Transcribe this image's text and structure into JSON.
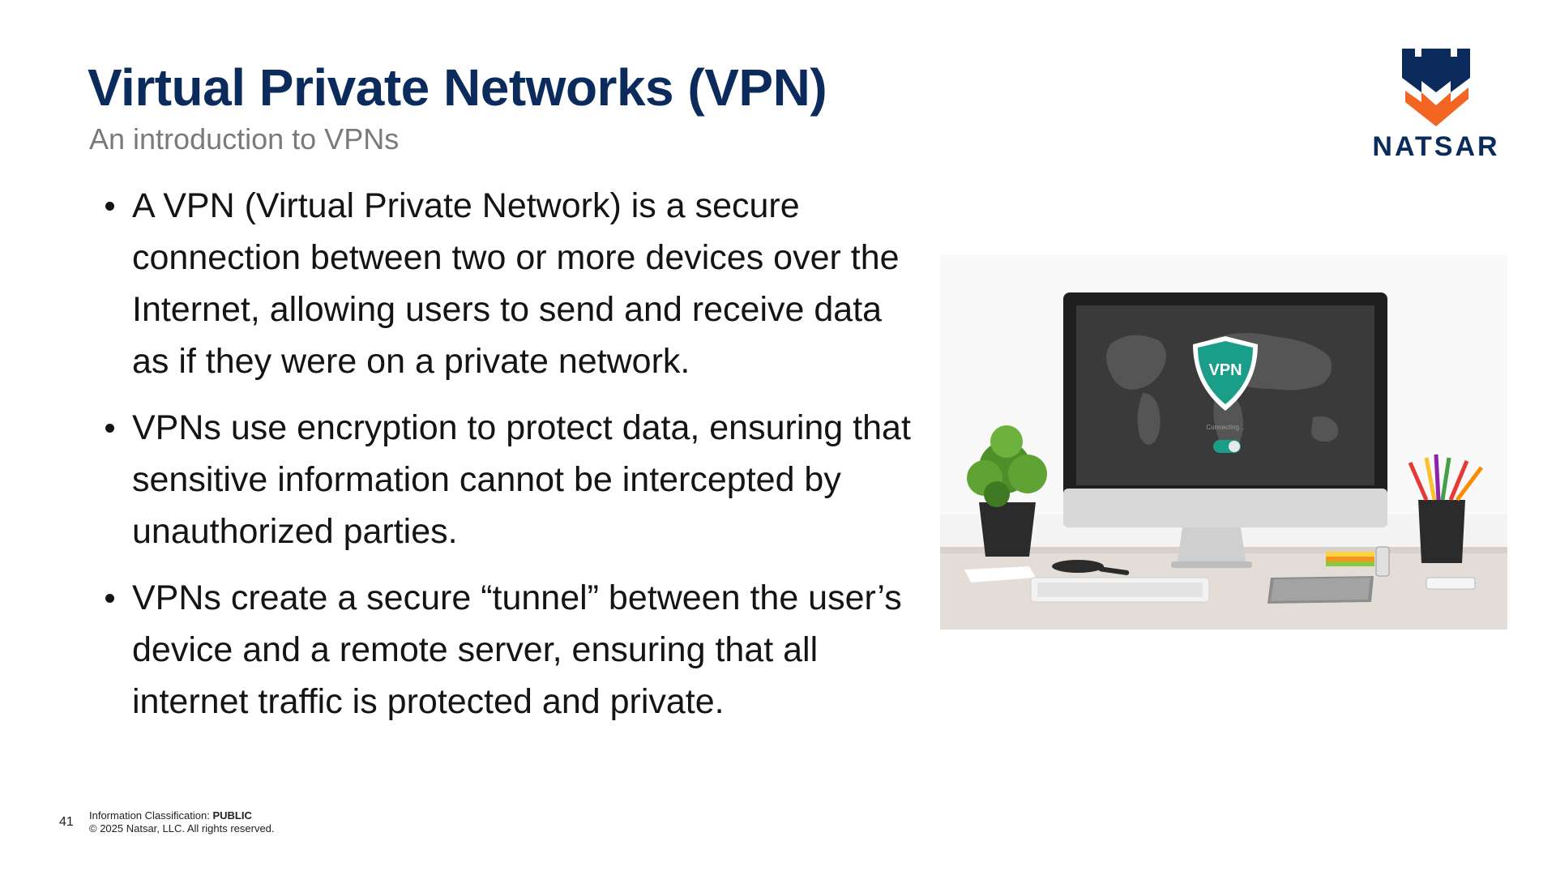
{
  "slide": {
    "title": "Virtual Private Networks (VPN)",
    "subtitle": "An introduction to VPNs",
    "bullets": [
      "A VPN (Virtual Private Network) is a secure connection between two or more devices over the Internet, allowing users to send and receive data as if they were on a private network.",
      "VPNs use encryption to protect data, ensuring that sensitive information cannot be intercepted by unauthorized parties.",
      "VPNs create a secure “tunnel” between the user’s device and a remote server, ensuring that all internet traffic is protected and private."
    ]
  },
  "logo": {
    "text": "NATSAR",
    "icon": "natsar-castle-shield-logo"
  },
  "photo": {
    "icon": "desk-computer-vpn-photo",
    "screen_badge": "VPN",
    "screen_status": "Connecting..."
  },
  "footer": {
    "page_number": "41",
    "classification_label": "Information Classification: ",
    "classification_value": "PUBLIC",
    "copyright": "© 2025 Natsar, LLC. All rights reserved."
  },
  "colors": {
    "title": "#0a2b5c",
    "subtitle": "#7a7a7a",
    "logo_navy": "#0a2b5c",
    "logo_orange": "#f26522",
    "vpn_teal": "#1a9e8a"
  }
}
